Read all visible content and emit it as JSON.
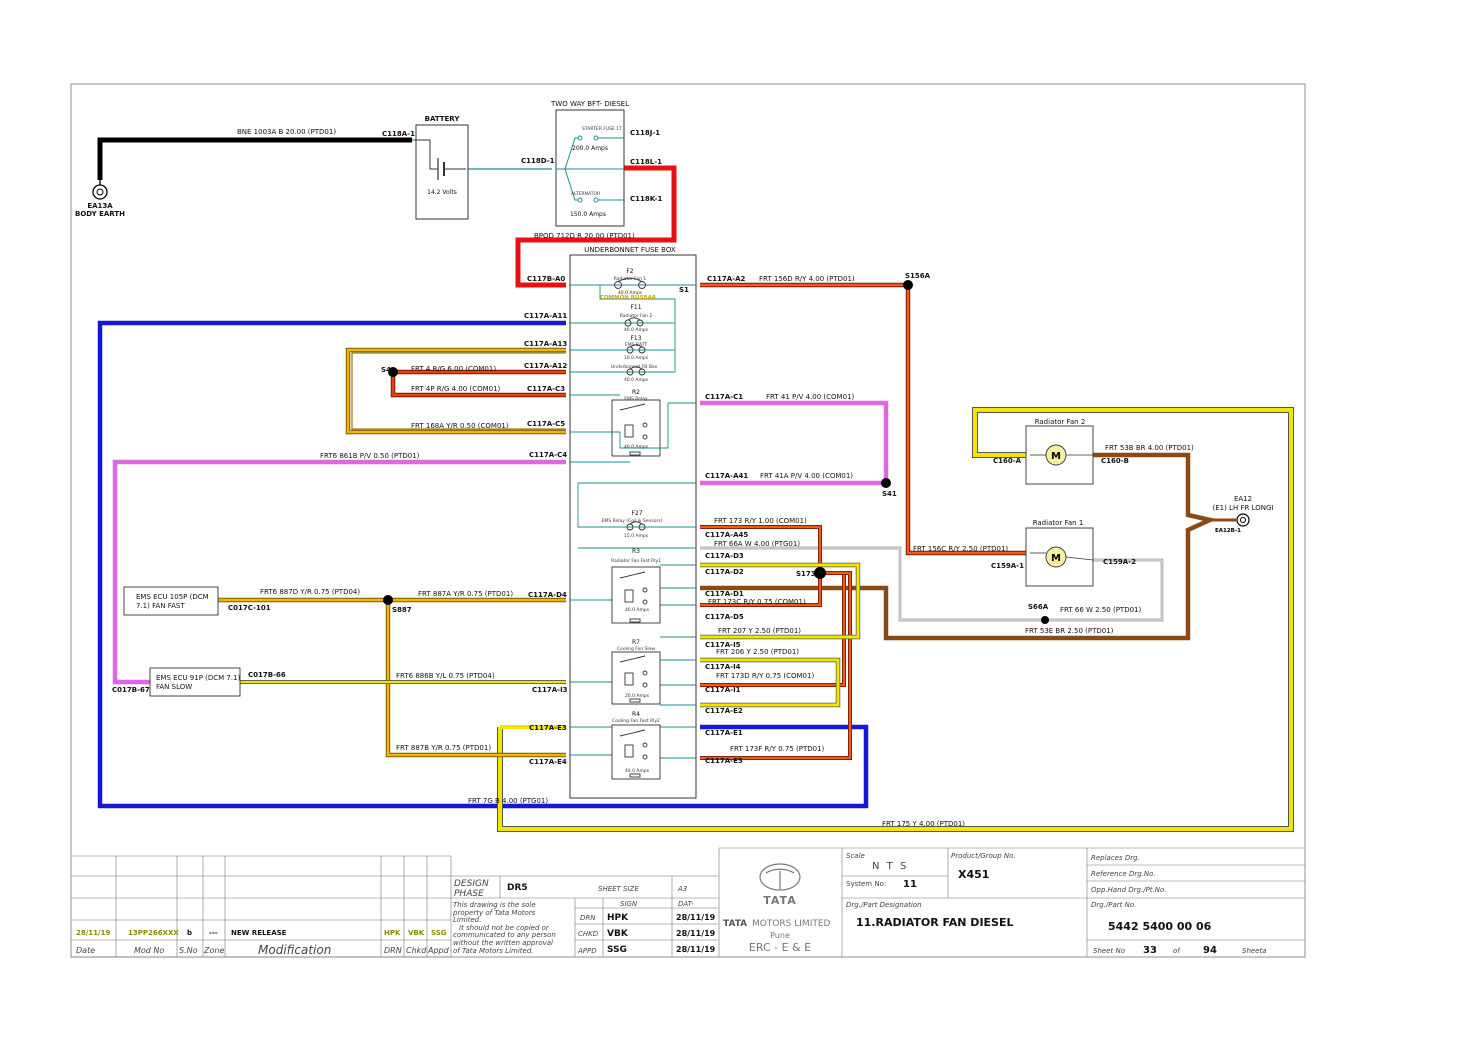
{
  "colors": {
    "black": "#000000",
    "red": "#e81010",
    "blue": "#1616d8",
    "magenta": "#e066e8",
    "yellow": "#f2e600",
    "orange": "#e25418",
    "brown": "#8a4a16",
    "teal": "#1d8f8f",
    "olive": "#8b8b00"
  },
  "battery": {
    "title": "BATTERY",
    "volts": "14.2 Volts"
  },
  "bft": {
    "title": "TWO WAY BFT- DIESEL",
    "fuse1": "STARTER FUSE 1T",
    "amp1": "200.0 Amps",
    "fuse2": "ALTERNATOR",
    "amp2": "150.0 Amps"
  },
  "earth": {
    "id": "EA13A",
    "name": "BODY EARTH"
  },
  "ubfb": {
    "title": "UNDERBONNET FUSE BOX",
    "busbar": "COMMON BUSBAR"
  },
  "fuses": {
    "f2": {
      "id": "F2",
      "name": "Radiator Fan 1",
      "amp": "40.0 Amps"
    },
    "f11": {
      "id": "F11",
      "name": "Radiator Fan 2",
      "amp": "40.0 Amps"
    },
    "f13": {
      "id": "F13",
      "name": "EMS BATT",
      "amp": "10.0 Amps"
    },
    "ub": {
      "name": "Underbonnet FB Box",
      "amp": "40.0 Amps"
    },
    "f27": {
      "id": "F27",
      "name": "EMS Relay (Coil & Sensors)",
      "amp": "15.0 Amps"
    }
  },
  "relays": {
    "r2": {
      "id": "R2",
      "name": "EMS Relay",
      "amp": "40.0 Amps"
    },
    "r3": {
      "id": "R3",
      "name": "Radiator Fan Fast Rly1",
      "amp": "40.0 Amps"
    },
    "r7": {
      "id": "R7",
      "name": "Cooling Fan Slow",
      "amp": "20.0 Amps"
    },
    "r4": {
      "id": "R4",
      "name": "Cooling Fan Fast Rly2",
      "amp": "40.0 Amps"
    }
  },
  "ecu": {
    "fast": [
      "EMS ECU 105P (DCM",
      "7.1) FAN FAST"
    ],
    "slow": [
      "EMS ECU 91P (DCM 7.1)",
      "FAN SLOW"
    ]
  },
  "fans": {
    "fan2": "Radiator Fan 2",
    "fan1": "Radiator Fan 1",
    "motor": "M"
  },
  "ea12": {
    "id": "EA12",
    "desc": "(E1) LH FR LONGI",
    "conn": "EA12B-1"
  },
  "connectors": {
    "c118a1": "C118A-1",
    "c118d1": "C118D-1",
    "c118j1": "C118J-1",
    "c118l1": "C118L-1",
    "c118k1": "C118K-1",
    "c117ba0": "C117B-A0",
    "c117aa2": "C117A-A2",
    "s1": "S1",
    "s156a": "S156A",
    "c117aa11": "C117A-A11",
    "c117aa13": "C117A-A13",
    "c117aa12": "C117A-A12",
    "s4": "S4",
    "c117ac3": "C117A-C3",
    "c117ac1": "C117A-C1",
    "c117ac5": "C117A-C5",
    "c117ac4": "C117A-C4",
    "c117aa41": "C117A-A41",
    "s41": "S41",
    "c160a": "C160-A",
    "c160b": "C160-B",
    "c117aa45": "C117A-A45",
    "c117ad3": "C117A-D3",
    "c117ad2": "C117A-D2",
    "s173": "S173",
    "c117ad1": "C117A-D1",
    "c117ad5": "C117A-D5",
    "c117ad4": "C117A-D4",
    "c017c101": "C017C-101",
    "s887": "S887",
    "c159a1": "C159A-1",
    "c159a2": "C159A-2",
    "s66a": "S66A",
    "c117ai5": "C117A-I5",
    "c117ai4": "C117A-I4",
    "c117ai1": "C117A-I1",
    "c117ai3": "C117A-I3",
    "c017b66": "C017B-66",
    "c017b67": "C017B-67",
    "c117ae2": "C117A-E2",
    "c117ae3": "C117A-E3",
    "c117ae1": "C117A-E1",
    "c117ae4": "C117A-E4",
    "c117ae5": "C117A-E5"
  },
  "wires": {
    "w1003a": "BNE  1003A  B  20.00  (PTD01)",
    "w712d": "BPOD  712D  R  20.00  (PTD01)",
    "w156d": "FRT  156D  R/Y  4.00  (PTD01)",
    "w4": "FRT  4  R/G  6.00  (COM01)",
    "w4p": "FRT  4P  R/G  4.00  (COM01)",
    "w41": "FRT  41  P/V  4.00  (COM01)",
    "w168a": "FRT  168A  Y/R  0.50  (COM01)",
    "w861b": "FRT6  861B  P/V  0.50  (PTD01)",
    "w41a": "FRT  41A  P/V  4.00  (COM01)",
    "w53b": "FRT  53B  BR  4.00  (PTD01)",
    "w173": "FRT  173  R/Y  1.00  (COM01)",
    "w66a": "FRT  66A  W  4.00  (PTG01)",
    "w156c": "FRT  156C  R/Y  2.50  (PTD01)",
    "w887d": "FRT6  887D  Y/R  0.75  (PTD04)",
    "w887a": "FRT  887A  Y/R  0.75  (PTD01)",
    "w173c": "FRT  173C  R/Y  0.75  (COM01)",
    "w66": "FRT  66  W  2.50  (PTD01)",
    "w53e": "FRT  53E  BR  2.50  (PTD01)",
    "w207": "FRT  207  Y  2.50  (PTD01)",
    "w206": "FRT  206  Y  2.50  (PTD01)",
    "w886b": "FRT6  886B  Y/L  0.75  (PTD04)",
    "w173d": "FRT  173D  R/Y  0.75  (COM01)",
    "w887b": "FRT  887B  Y/R  0.75  (PTD01)",
    "w173f": "FRT  173F  R/Y  0.75  (PTD01)",
    "w7g": "FRT  7G  B  4.00  (PTG01)",
    "w175": "FRT  175  Y  4.00  (PTD01)"
  },
  "titleblock": {
    "rev_date": "28/11/19",
    "rev_mod": "13PP266XXX",
    "rev_sno": "b",
    "rev_zone": "---",
    "rev_text": "NEW RELEASE",
    "rev_drn": "HPK",
    "rev_chkd": "VBK",
    "rev_appd": "SSG",
    "h_date": "Date",
    "h_mod": "Mod No",
    "h_sno": "S.No",
    "h_zone": "Zone",
    "h_modif": "Modification",
    "h_drn": "DRN",
    "h_chkd": "Chkd",
    "h_appd": "Appd",
    "design_phase_1": "DESIGN",
    "design_phase_2": "PHASE",
    "design_phase_val": "DR5",
    "sheet_size_lbl": "SHEET SIZE",
    "sheet_size_val": "A3",
    "sign": "SIGN",
    "dat": "DAT-",
    "note": [
      "This drawing is the sole",
      "property of Tata Motors",
      "Limited.",
      "It should not be copied or",
      "communicated to any person",
      "without the written approval",
      "of Tata Motors Limited."
    ],
    "drn": "DRN",
    "drn_val": "HPK",
    "drn_date": "28/11/19",
    "chkd": "CHKD",
    "chkd_val": "VBK",
    "chkd_date": "28/11/19",
    "appd": "APPD",
    "appd_val": "SSG",
    "appd_date": "28/11/19",
    "company1": "TATA",
    "company2": "MOTORS LIMITED",
    "city": "Pune",
    "dept": "ERC - E & E",
    "scale_lbl": "Scale",
    "scale_val": "N T S",
    "sysno_lbl": "System No:",
    "sysno_val": "11",
    "product_lbl": "Product/Group No.",
    "product_val": "X451",
    "desig_lbl": "Drg./Part Designation",
    "desig_val": "11.RADIATOR FAN DIESEL",
    "replaces": "Replaces Drg.",
    "reference": "Reference Drg.No.",
    "opphand": "Opp.Hand Drg./Pt.No.",
    "partno_lbl": "Drg./Part No.",
    "partno_val": "5442 5400 00 06",
    "sheetno_lbl": "Sheet No",
    "sheetno_val": "33",
    "of": "of",
    "of_val": "94",
    "sheeta": "Sheeta"
  }
}
